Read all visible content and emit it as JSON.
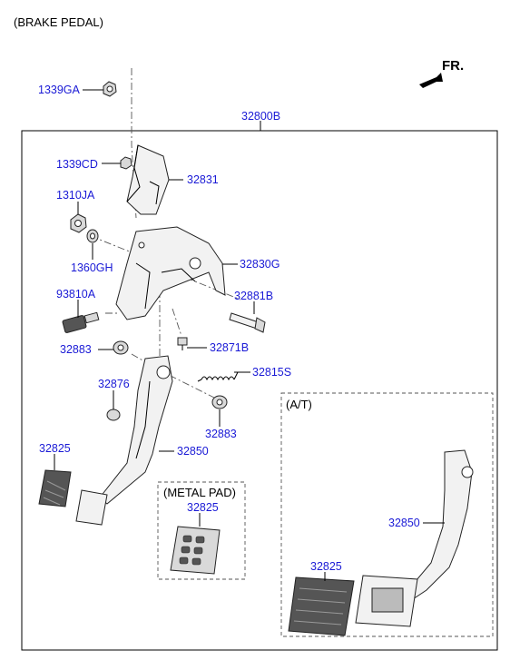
{
  "title": "(BRAKE PEDAL)",
  "direction_label": "FR.",
  "variant_at_label": "(A/T)",
  "metal_pad_label": "(METAL PAD)",
  "parts": {
    "p1339GA": "1339GA",
    "p32800B": "32800B",
    "p1339CD": "1339CD",
    "p32831": "32831",
    "p1310JA": "1310JA",
    "p1360GH": "1360GH",
    "p32830G": "32830G",
    "p93810A": "93810A",
    "p32881B": "32881B",
    "p32883_a": "32883",
    "p32871B": "32871B",
    "p32815S": "32815S",
    "p32876": "32876",
    "p32883_b": "32883",
    "p32825_a": "32825",
    "p32850_a": "32850",
    "p32825_b": "32825",
    "p32850_b": "32850",
    "p32825_c": "32825"
  },
  "colors": {
    "label": "#1a1ad6",
    "line": "#000000"
  }
}
